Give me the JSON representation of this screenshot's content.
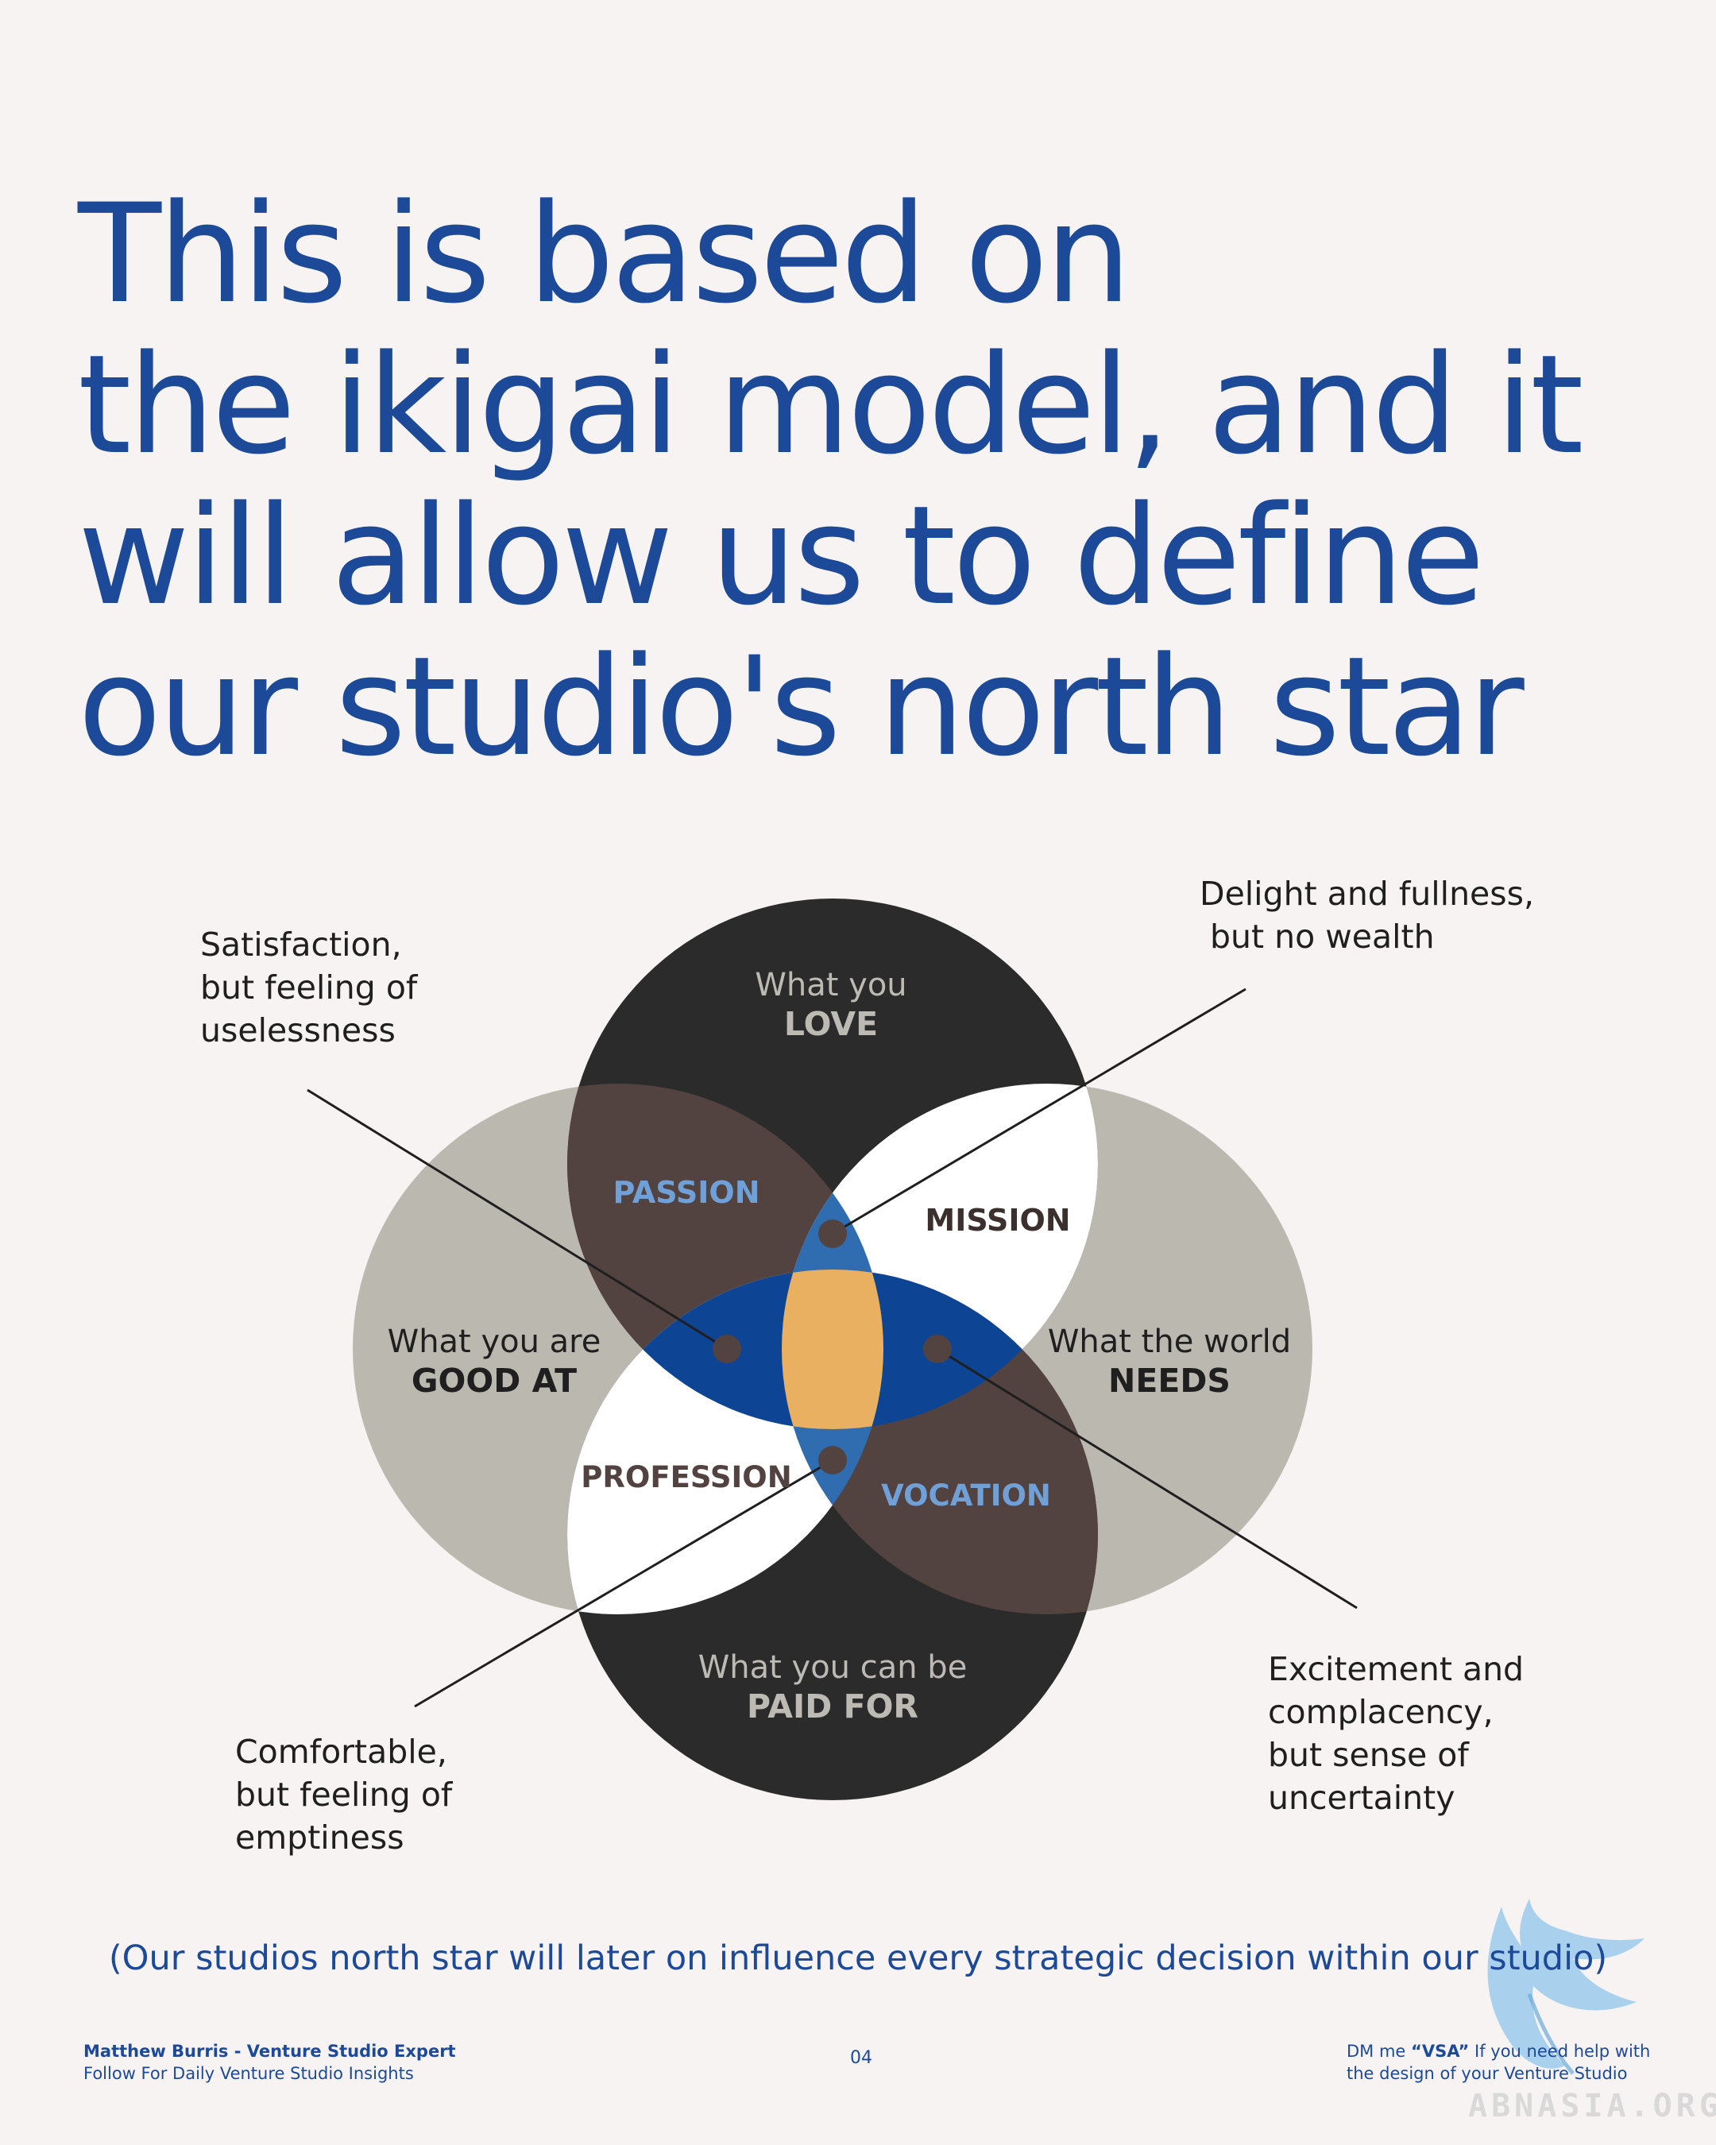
{
  "headline": {
    "lines": [
      "This is based on",
      "the ikigai model, and it",
      "will allow us to define",
      "our studio's north star"
    ]
  },
  "diagram": {
    "circles": {
      "top": {
        "line1": "What you",
        "line2": "LOVE"
      },
      "left": {
        "line1": "What you are",
        "line2": "GOOD AT"
      },
      "right": {
        "line1": "What the world",
        "line2": "NEEDS"
      },
      "bottom": {
        "line1": "What you can be",
        "line2": "PAID FOR"
      }
    },
    "overlaps": {
      "passion": "PASSION",
      "mission": "MISSION",
      "profession": "PROFESSION",
      "vocation": "VOCATION"
    },
    "annotations": {
      "top_left": [
        "Satisfaction,",
        "but feeling of",
        "uselessness"
      ],
      "top_right": [
        "Delight and fullness,",
        " but no wealth"
      ],
      "bottom_left": [
        "Comfortable,",
        "but feeling of",
        "emptiness"
      ],
      "bottom_right": [
        "Excitement and",
        "complacency,",
        "but sense of",
        "uncertainty"
      ]
    },
    "colors": {
      "dark": "#2b2b2b",
      "grey": "#bbb8b0",
      "brown": "#534340",
      "blue": "#2f6db0",
      "deep_blue": "#0e4494",
      "center": "#e8b060",
      "white": "#ffffff",
      "passion_text": "#6fa0d8",
      "vocation_text": "#6fa0d8"
    }
  },
  "footer": {
    "note": "(Our studios north star will later on influence every strategic decision within our studio)",
    "author_name": "Matthew Burris - Venture Studio Expert",
    "author_tagline": "Follow For Daily Venture Studio Insights",
    "page_number": "04",
    "dm_prefix": "DM me ",
    "dm_keyword": "“VSA”",
    "dm_suffix": " If you need help with",
    "dm_line2": "the design of your Venture Studio",
    "watermark": "ABNASIA.ORG",
    "watermark_icon": "bird-logo-icon"
  }
}
